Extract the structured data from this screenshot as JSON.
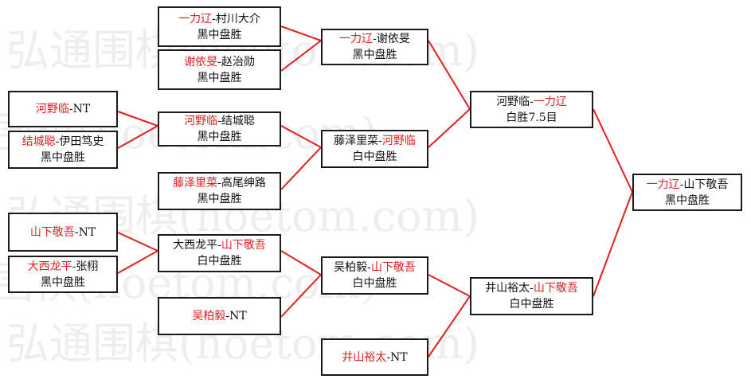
{
  "colors": {
    "winner_name": "#e02020",
    "text": "#111111",
    "connector": "#e02020",
    "border": "#1a1a1a",
    "watermark": "#eeeeee"
  },
  "watermark": {
    "text": "弘通围棋(hoetom.com)"
  },
  "matches": {
    "r1_1": {
      "a": "一力辽",
      "sep": "-",
      "b": "村川大介",
      "result": "黑中盘胜"
    },
    "r1_2": {
      "a": "谢依旻",
      "sep": "-",
      "b": "赵治勋",
      "result": "黑中盘胜"
    },
    "r1_3": {
      "a": "河野临",
      "sep": "-",
      "b": "NT",
      "result": ""
    },
    "r1_4": {
      "a": "结城聪",
      "sep": "-",
      "b": "伊田笃史",
      "result": "黑中盘胜"
    },
    "r1_5": {
      "a": "藤泽里菜",
      "sep": "-",
      "b": "高尾绅路",
      "result": "黑中盘胜"
    },
    "r1_6": {
      "a": "山下敬吾",
      "sep": "-",
      "b": "NT",
      "result": ""
    },
    "r1_7": {
      "a": "大西龙平",
      "sep": "-",
      "b": "张栩",
      "result": "黑中盘胜"
    },
    "r1_8": {
      "a": "吴柏毅",
      "sep": "-",
      "b": "NT",
      "result": ""
    },
    "r1_9": {
      "a": "井山裕太",
      "sep": "-",
      "b": "NT",
      "result": ""
    },
    "r2_1": {
      "a": "一力辽",
      "sep": "-",
      "b": "谢依旻",
      "result": "黑中盘胜"
    },
    "r2_2": {
      "a": "河野临",
      "sep": "-",
      "b": "结城聪",
      "result": "黑中盘胜"
    },
    "r2_3": {
      "a": "大西龙平",
      "sep": "-",
      "b": "山下敬吾",
      "result": "白中盘胜"
    },
    "r3_1": {
      "a": "藤泽里菜",
      "sep": "-",
      "b": "河野临",
      "result": "白中盘胜"
    },
    "r3_2": {
      "a": "吴柏毅",
      "sep": "-",
      "b": "山下敬吾",
      "result": "白中盘胜"
    },
    "sf_1": {
      "a": "河野临",
      "sep": "-",
      "b": "一力辽",
      "result": "白胜7.5目"
    },
    "sf_2": {
      "a": "井山裕太",
      "sep": "-",
      "b": "山下敬吾",
      "result": "白中盘胜"
    },
    "final": {
      "a": "一力辽",
      "sep": "-",
      "b": "山下敬吾",
      "result": "黑中盘胜"
    }
  }
}
